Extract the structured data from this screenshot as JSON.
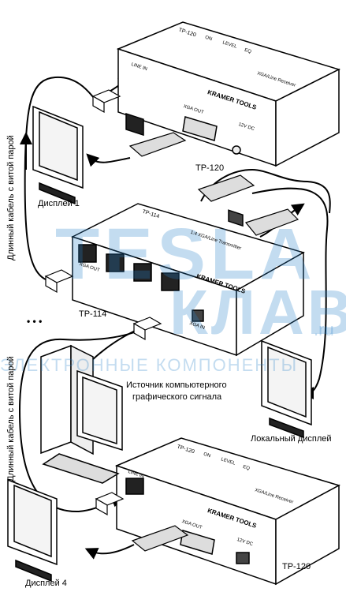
{
  "labels": {
    "display1": "Дисплей 1",
    "display4": "Дисплей 4",
    "local_display": "Локальный дисплей",
    "source_line1": "Источник компьютерного",
    "source_line2": "графического сигнала",
    "tp120_top": "TP-120",
    "tp114": "TP-114",
    "tp120_bottom": "TP-120",
    "cable_top": "Длинный кабель с витой парой",
    "cable_bottom": "Длинный кабель с витой парой",
    "ellipsis": "• • •"
  },
  "device_marks": {
    "top": {
      "model": "TP-120",
      "brand": "KRAMER TOOLS",
      "sub": "XGA/Line Receiver",
      "port_out": "XGA OUT",
      "port_in": "LINE IN",
      "led_on": "ON",
      "led_level": "LEVEL",
      "led_eq": "EQ",
      "power": "12V DC"
    },
    "middle": {
      "model": "TP-114",
      "brand": "KRAMER TOOLS",
      "sub": "1:4 XGA/Line Transmitter",
      "port_in": "XGA IN",
      "port_out": "XGA OUT"
    },
    "bottom": {
      "model": "TP-120",
      "brand": "KRAMER TOOLS",
      "sub": "XGA/Line Receiver",
      "port_out": "XGA OUT",
      "port_in": "LINE IN",
      "led_on": "ON",
      "led_level": "LEVEL",
      "led_eq": "EQ",
      "power": "12V DC"
    }
  },
  "watermark": {
    "line1": "TESLA",
    "line2": "КЛАВ",
    "suffix": ".ru",
    "line3": "ЭЛЕКТРОННЫЕ КОМПОНЕНТЫ",
    "color": "#2882c8"
  }
}
